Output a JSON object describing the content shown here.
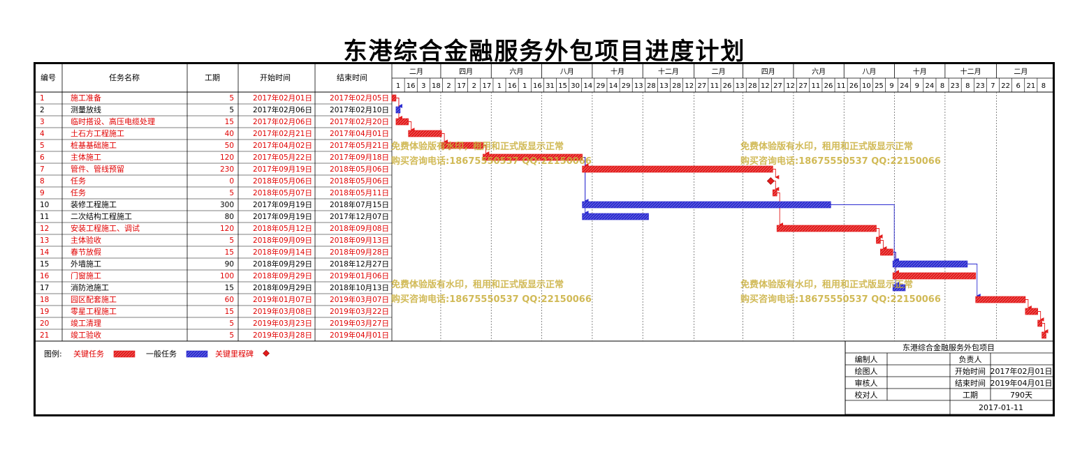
{
  "title": "东港综合金融服务外包项目进度计划",
  "headers": {
    "id": "编号",
    "name": "任务名称",
    "dur": "工期",
    "start": "开始时间",
    "end": "结束时间"
  },
  "timescale": {
    "months": [
      "二月",
      "四月",
      "六月",
      "八月",
      "十月",
      "十二月",
      "二月",
      "四月",
      "六月",
      "八月",
      "十月",
      "十二月",
      "二月"
    ],
    "days": [
      "1",
      "16",
      "3",
      "18",
      "2",
      "17",
      "2",
      "17",
      "1",
      "16",
      "1",
      "16",
      "31",
      "15",
      "30",
      "14",
      "29",
      "14",
      "29",
      "13",
      "28",
      "13",
      "28",
      "12",
      "27",
      "11",
      "26",
      "13",
      "28",
      "12",
      "27",
      "12",
      "27",
      "11",
      "26",
      "11",
      "26",
      "10",
      "25",
      "9",
      "24",
      "9",
      "24",
      "8",
      "23",
      "8",
      "23",
      "7",
      "22",
      "6",
      "21",
      "8"
    ]
  },
  "colors": {
    "critical": "#e31b1b",
    "normal": "#2b2bd0",
    "critical_text": "#e00000",
    "grid": "#000000"
  },
  "chart_data": {
    "type": "gantt",
    "title": "东港综合金融服务外包项目进度计划",
    "x_range": [
      "2017-02-01",
      "2019-04-10"
    ],
    "tasks": [
      {
        "id": "1",
        "name": "施工准备",
        "duration": "5",
        "start": "2017年02月01日",
        "end": "2017年02月05日",
        "s": "2017-02-01",
        "e": "2017-02-05",
        "critical": true
      },
      {
        "id": "2",
        "name": "测量放线",
        "duration": "5",
        "start": "2017年02月06日",
        "end": "2017年02月10日",
        "s": "2017-02-06",
        "e": "2017-02-10",
        "critical": false
      },
      {
        "id": "3",
        "name": "临时搭设、高压电缆处理",
        "duration": "15",
        "start": "2017年02月06日",
        "end": "2017年02月20日",
        "s": "2017-02-06",
        "e": "2017-02-20",
        "critical": true
      },
      {
        "id": "4",
        "name": "土石方工程施工",
        "duration": "40",
        "start": "2017年02月21日",
        "end": "2017年04月01日",
        "s": "2017-02-21",
        "e": "2017-04-01",
        "critical": true
      },
      {
        "id": "5",
        "name": "桩基基础施工",
        "duration": "50",
        "start": "2017年04月02日",
        "end": "2017年05月21日",
        "s": "2017-04-02",
        "e": "2017-05-21",
        "critical": true
      },
      {
        "id": "6",
        "name": "主体施工",
        "duration": "120",
        "start": "2017年05月22日",
        "end": "2017年09月18日",
        "s": "2017-05-22",
        "e": "2017-09-18",
        "critical": true
      },
      {
        "id": "7",
        "name": "管件、管线预留",
        "duration": "230",
        "start": "2017年09月19日",
        "end": "2018年05月06日",
        "s": "2017-09-19",
        "e": "2018-05-06",
        "critical": true
      },
      {
        "id": "8",
        "name": "任务",
        "duration": "0",
        "start": "2018年05月06日",
        "end": "2018年05月06日",
        "s": "2018-05-06",
        "e": "2018-05-06",
        "critical": true,
        "milestone": true
      },
      {
        "id": "9",
        "name": "任务",
        "duration": "5",
        "start": "2018年05月07日",
        "end": "2018年05月11日",
        "s": "2018-05-07",
        "e": "2018-05-11",
        "critical": true
      },
      {
        "id": "10",
        "name": "装修工程施工",
        "duration": "300",
        "start": "2017年09月19日",
        "end": "2018年07月15日",
        "s": "2017-09-19",
        "e": "2018-07-15",
        "critical": false
      },
      {
        "id": "11",
        "name": "二次结构工程施工",
        "duration": "80",
        "start": "2017年09月19日",
        "end": "2017年12月07日",
        "s": "2017-09-19",
        "e": "2017-12-07",
        "critical": false
      },
      {
        "id": "12",
        "name": "安装工程施工、调试",
        "duration": "120",
        "start": "2018年05月12日",
        "end": "2018年09月08日",
        "s": "2018-05-12",
        "e": "2018-09-08",
        "critical": true
      },
      {
        "id": "13",
        "name": "主体验收",
        "duration": "5",
        "start": "2018年09月09日",
        "end": "2018年09月13日",
        "s": "2018-09-09",
        "e": "2018-09-13",
        "critical": true
      },
      {
        "id": "14",
        "name": "春节放假",
        "duration": "15",
        "start": "2018年09月14日",
        "end": "2018年09月28日",
        "s": "2018-09-14",
        "e": "2018-09-28",
        "critical": true
      },
      {
        "id": "15",
        "name": "外墙施工",
        "duration": "90",
        "start": "2018年09月29日",
        "end": "2018年12月27日",
        "s": "2018-09-29",
        "e": "2018-12-27",
        "critical": false
      },
      {
        "id": "16",
        "name": "门窗施工",
        "duration": "100",
        "start": "2018年09月29日",
        "end": "2019年01月06日",
        "s": "2018-09-29",
        "e": "2019-01-06",
        "critical": true
      },
      {
        "id": "17",
        "name": "消防池施工",
        "duration": "15",
        "start": "2018年09月29日",
        "end": "2018年10月13日",
        "s": "2018-09-29",
        "e": "2018-10-13",
        "critical": false
      },
      {
        "id": "18",
        "name": "园区配套施工",
        "duration": "60",
        "start": "2019年01月07日",
        "end": "2019年03月07日",
        "s": "2019-01-07",
        "e": "2019-03-07",
        "critical": true
      },
      {
        "id": "19",
        "name": "零星工程施工",
        "duration": "15",
        "start": "2019年03月08日",
        "end": "2019年03月22日",
        "s": "2019-03-08",
        "e": "2019-03-22",
        "critical": true
      },
      {
        "id": "20",
        "name": "竣工清理",
        "duration": "5",
        "start": "2019年03月23日",
        "end": "2019年03月27日",
        "s": "2019-03-23",
        "e": "2019-03-27",
        "critical": true
      },
      {
        "id": "21",
        "name": "竣工验收",
        "duration": "5",
        "start": "2019年03月28日",
        "end": "2019年04月01日",
        "s": "2019-03-28",
        "e": "2019-04-01",
        "critical": true
      }
    ],
    "links": [
      [
        1,
        2
      ],
      [
        1,
        3
      ],
      [
        3,
        4
      ],
      [
        4,
        5
      ],
      [
        5,
        6
      ],
      [
        6,
        7
      ],
      [
        6,
        10
      ],
      [
        6,
        11
      ],
      [
        7,
        8
      ],
      [
        8,
        9
      ],
      [
        9,
        12
      ],
      [
        12,
        13
      ],
      [
        13,
        14
      ],
      [
        14,
        15
      ],
      [
        14,
        16
      ],
      [
        14,
        17
      ],
      [
        10,
        15
      ],
      [
        15,
        18
      ],
      [
        18,
        19
      ],
      [
        19,
        20
      ],
      [
        20,
        21
      ]
    ]
  },
  "legend": {
    "label": "图例:",
    "critical": "关键任务",
    "normal": "一般任务",
    "milestone": "关键里程碑"
  },
  "infobox": {
    "project": "东港综合金融服务外包项目",
    "editor": "编制人",
    "owner": "负责人",
    "drafter": "绘图人",
    "start_label": "开始时间",
    "start_value": "2017年02月01日",
    "reviewer": "审核人",
    "end_label": "结束时间",
    "end_value": "2019年04月01日",
    "checker": "校对人",
    "dur_label": "工期",
    "dur_value": "790天",
    "date": "2017-01-11"
  },
  "watermark": {
    "line1": "免费体验版有水印，租用和正式版显示正常",
    "line2": "购买咨询电话:18675550537 QQ:22150066"
  }
}
